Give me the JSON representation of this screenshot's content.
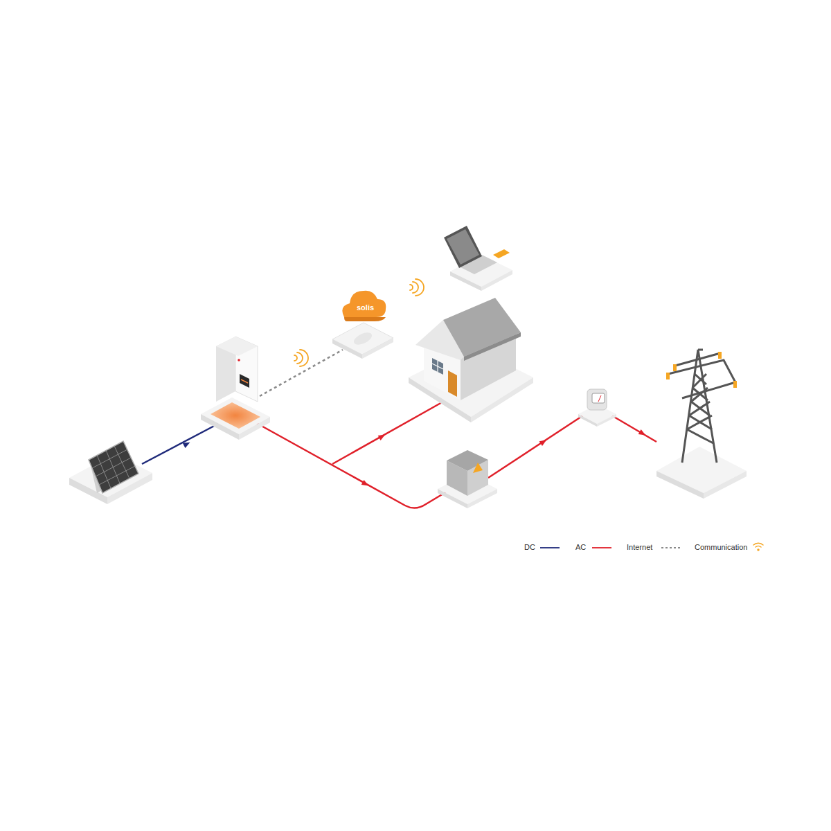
{
  "diagram": {
    "labels": [
      "solis"
    ],
    "legend": [
      {
        "text": "DC"
      },
      {
        "text": "AC"
      },
      {
        "text": "Internet"
      },
      {
        "text": "Communication"
      }
    ]
  }
}
